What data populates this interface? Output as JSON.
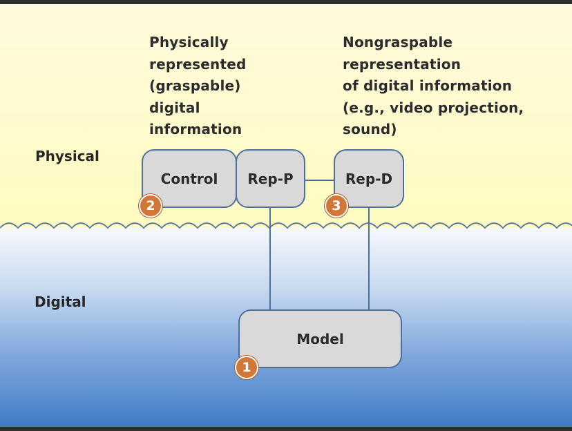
{
  "labels": {
    "physical": "Physical",
    "digital": "Digital"
  },
  "captions": {
    "left": "Physically\nrepresented\n(graspable)\ndigital\ninformation",
    "right": "Nongraspable\nrepresentation\nof digital information\n(e.g., video projection,\nsound)"
  },
  "nodes": {
    "control": "Control",
    "rep_p": "Rep-P",
    "rep_d": "Rep-D",
    "model": "Model"
  },
  "badges": {
    "one": "1",
    "two": "2",
    "three": "3"
  },
  "colors": {
    "badge": "#d2773a",
    "box_fill": "#d9d9d9",
    "box_border": "#4f6e9e",
    "physical_bg": "#fffcc0",
    "digital_bg": "#3f7cc6"
  }
}
